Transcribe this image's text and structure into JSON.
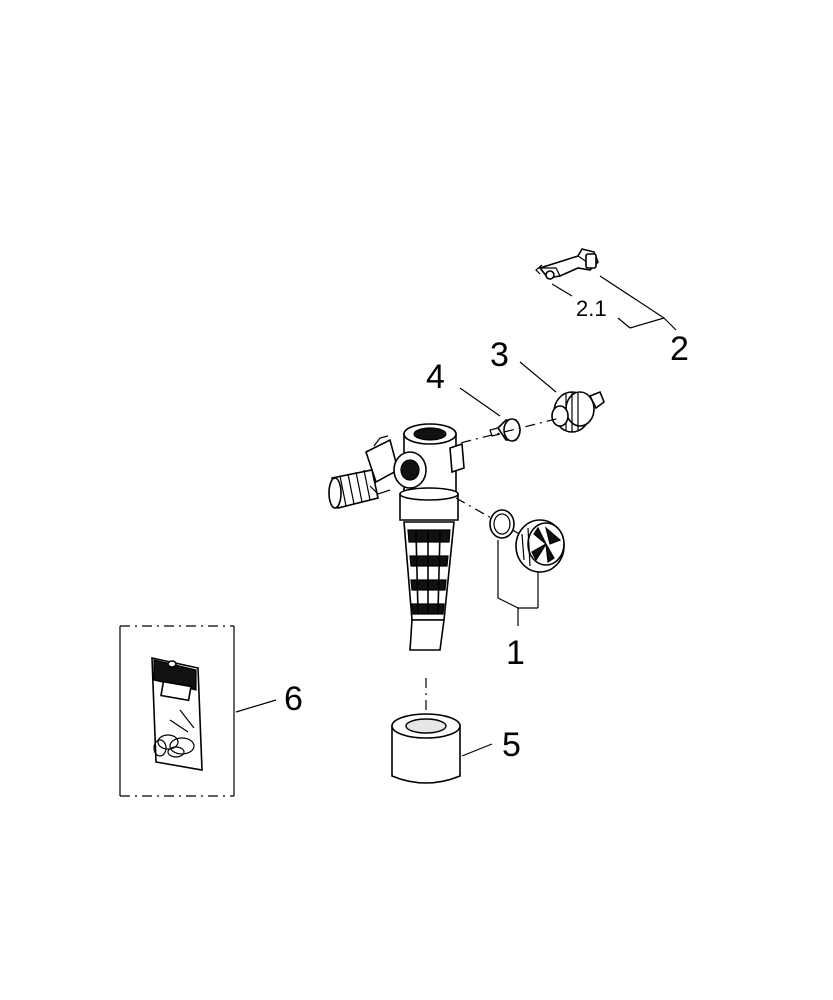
{
  "callouts": {
    "part_1": "1",
    "part_2": "2",
    "part_2_1": "2.1",
    "part_3": "3",
    "part_4": "4",
    "part_5": "5",
    "part_6": "6"
  },
  "colors": {
    "line": "#000000",
    "background": "#ffffff",
    "shade": "#e6e6e6"
  }
}
